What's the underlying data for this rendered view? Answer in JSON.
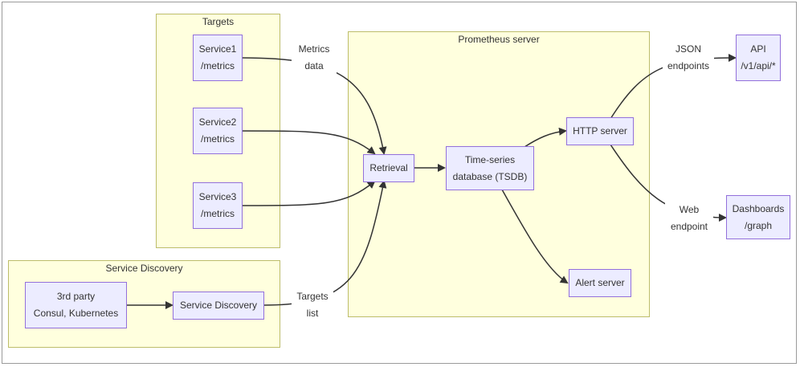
{
  "clusters": {
    "targets": {
      "title": "Targets"
    },
    "prometheus": {
      "title": "Prometheus server"
    },
    "discovery": {
      "title": "Service Discovery"
    }
  },
  "nodes": {
    "service1": {
      "line1": "Service1",
      "line2": "/metrics"
    },
    "service2": {
      "line1": "Service2",
      "line2": "/metrics"
    },
    "service3": {
      "line1": "Service3",
      "line2": "/metrics"
    },
    "retrieval": {
      "line1": "Retrieval"
    },
    "tsdb": {
      "line1": "Time-series",
      "line2": "database (TSDB)"
    },
    "http": {
      "line1": "HTTP server"
    },
    "alert": {
      "line1": "Alert server"
    },
    "api": {
      "line1": "API",
      "line2": "/v1/api/*"
    },
    "dashboards": {
      "line1": "Dashboards",
      "line2": "/graph"
    },
    "thirdparty": {
      "line1": "3rd party",
      "line2": "Consul, Kubernetes"
    },
    "sd": {
      "line1": "Service Discovery"
    }
  },
  "edge_labels": {
    "metrics": {
      "line1": "Metrics",
      "line2": "data"
    },
    "targets": {
      "line1": "Targets",
      "line2": "list"
    },
    "json": {
      "line1": "JSON",
      "line2": "endpoints"
    },
    "web": {
      "line1": "Web",
      "line2": "endpoint"
    }
  },
  "colors": {
    "cluster_fill": "#ffffde",
    "cluster_border": "#bdbd6a",
    "node_fill": "#ececff",
    "node_border": "#9370db",
    "edge": "#333333"
  }
}
